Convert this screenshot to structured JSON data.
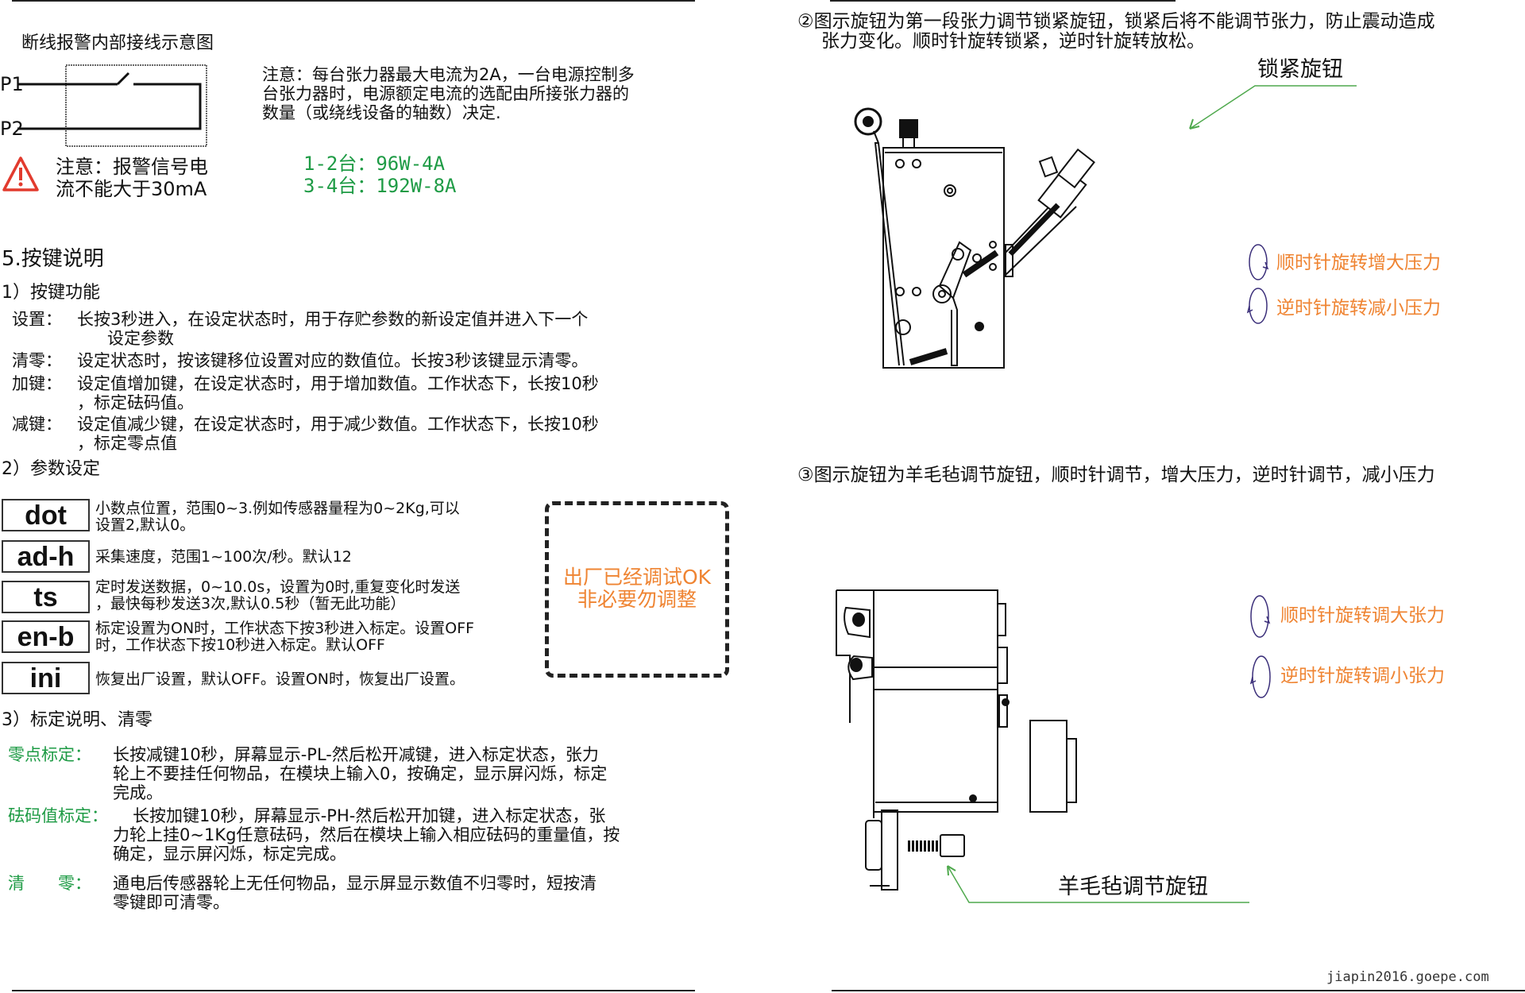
{
  "colors": {
    "green_text": "#1e9b45",
    "orange_text": "#ef8432",
    "warning_red": "#e23b2e",
    "arrow_green": "#4fa94d",
    "rotation_purple": "#3b2f7a"
  },
  "wiring": {
    "title": "断线报警内部接线示意图",
    "p1": "P1",
    "p2": "P2",
    "note_lines": [
      "注意：每台张力器最大电流为2A，一台电源控制多",
      "台张力器时，电源额定电流的选配由所接张力器的",
      "数量（或绕线设备的轴数）决定."
    ],
    "warning_lines": [
      "注意：报警信号电",
      "流不能大于30mA"
    ],
    "power_specs": [
      "1-2台：96W-4A",
      "3-4台：192W-8A"
    ]
  },
  "keys": {
    "heading": "5.按键说明",
    "functions_heading": "1）按键功能",
    "functions": [
      {
        "label": "设置：",
        "lines": [
          "长按3秒进入，在设定状态时，用于存贮参数的新设定值并进入下一个",
          "设定参数"
        ]
      },
      {
        "label": "清零：",
        "lines": [
          "设定状态时，按该键移位设置对应的数值位。长按3秒该键显示清零。"
        ]
      },
      {
        "label": "加键：",
        "lines": [
          "设定值增加键，在设定状态时，用于增加数值。工作状态下，长按10秒",
          "，标定砝码值。"
        ]
      },
      {
        "label": "减键：",
        "lines": [
          "设定值减少键，在设定状态时，用于减少数值。工作状态下，长按10秒",
          "，标定零点值"
        ]
      }
    ],
    "params_heading": "2）参数设定",
    "params": [
      {
        "code": "dot",
        "lines": [
          "小数点位置，范围0~3.例如传感器量程为0~2Kg,可以",
          "设置2,默认0。"
        ]
      },
      {
        "code": "ad-h",
        "lines": [
          "采集速度，范围1~100次/秒。默认12"
        ]
      },
      {
        "code": "ts",
        "lines": [
          "定时发送数据，0~10.0s，设置为0时,重复变化时发送",
          "，最快每秒发送3次,默认0.5秒（暂无此功能）"
        ]
      },
      {
        "code": "en-b",
        "lines": [
          "标定设置为ON时，工作状态下按3秒进入标定。设置OFF",
          "时，工作状态下按10秒进入标定。默认OFF"
        ]
      },
      {
        "code": "ini",
        "lines": [
          "恢复出厂设置，默认OFF。设置ON时，恢复出厂设置。"
        ]
      }
    ],
    "factory_note": [
      "出厂已经调试OK",
      "非必要勿调整"
    ],
    "calib_heading": "3）标定说明、清零",
    "calib": [
      {
        "label": "零点标定：",
        "lines": [
          "长按减键10秒，屏幕显示-PL-然后松开减键，进入标定状态，张力",
          "轮上不要挂任何物品，在模块上输入0，按确定，显示屏闪烁，标定",
          "完成。"
        ]
      },
      {
        "label": "砝码值标定：",
        "lines": [
          "长按加键10秒，屏幕显示-PH-然后松开加键，进入标定状态，张",
          "力轮上挂0~1Kg任意砝码，然后在模块上输入相应砝码的重量值，按",
          "确定，显示屏闪烁，标定完成。"
        ]
      },
      {
        "label": "清　　零：",
        "lines": [
          "通电后传感器轮上无任何物品，显示屏显示数值不归零时，短按清",
          "零键即可清零。"
        ]
      }
    ]
  },
  "knob_lock": {
    "lines": [
      "②图示旋钮为第一段张力调节锁紧旋钮，锁紧后将不能调节张力，防止震动造成",
      "张力变化。顺时针旋转锁紧，逆时针旋转放松。"
    ],
    "callout": "锁紧旋钮",
    "clockwise": "顺时针旋转增大压力",
    "counterclockwise": "逆时针旋转减小压力"
  },
  "knob_felt": {
    "line": "③图示旋钮为羊毛毡调节旋钮，顺时针调节，增大压力，逆时针调节，减小压力",
    "callout": "羊毛毡调节旋钮",
    "clockwise": "顺时针旋转调大张力",
    "counterclockwise": "逆时针旋转调小张力"
  },
  "watermark": "jiapin2016.goepe.com"
}
